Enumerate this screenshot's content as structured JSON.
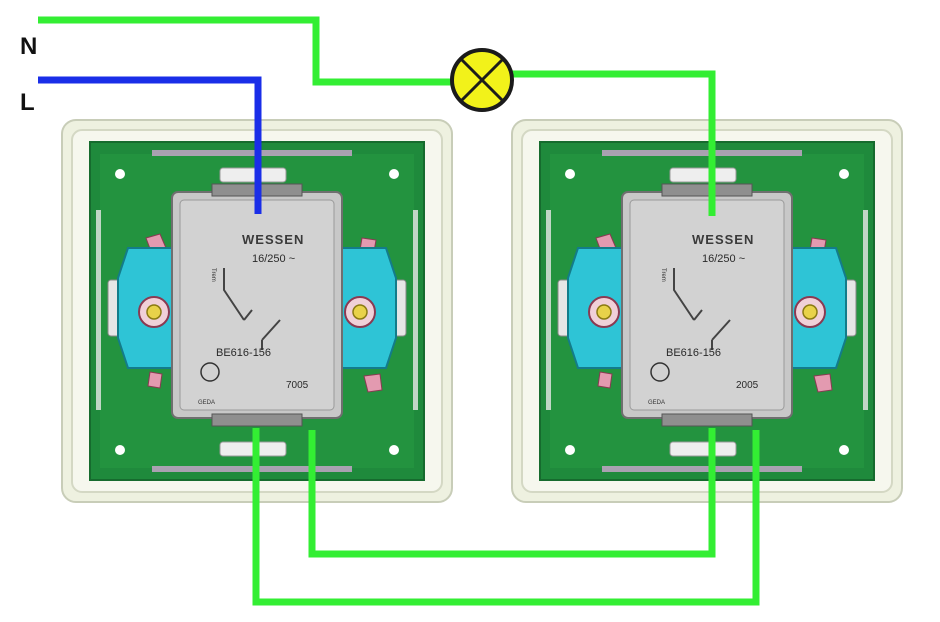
{
  "labels": {
    "neutral": "N",
    "live": "L"
  },
  "switches": [
    {
      "id": "switch-left",
      "brand": "WESSEN",
      "rating": "16/250 ~",
      "model": "BE616-156",
      "code": "7005",
      "side_mark": "Trem",
      "small_mark": "GEDA"
    },
    {
      "id": "switch-right",
      "brand": "WESSEN",
      "rating": "16/250 ~",
      "model": "BE616-156",
      "code": "2005",
      "side_mark": "Trem",
      "small_mark": "GEDA"
    }
  ],
  "colors": {
    "neutral_wire": "#33ee33",
    "live_wire": "#1a2ee8",
    "traveller_wire": "#33ee33",
    "lamp": "#f2f21a",
    "frame": "#e8edd8",
    "pcb": "#1f8a3c",
    "switch_body": "#c8c8c8",
    "terminal": "#2ec4d6"
  },
  "icons": {
    "lamp": "lamp-symbol-icon",
    "screw": "screw-terminal-icon"
  }
}
